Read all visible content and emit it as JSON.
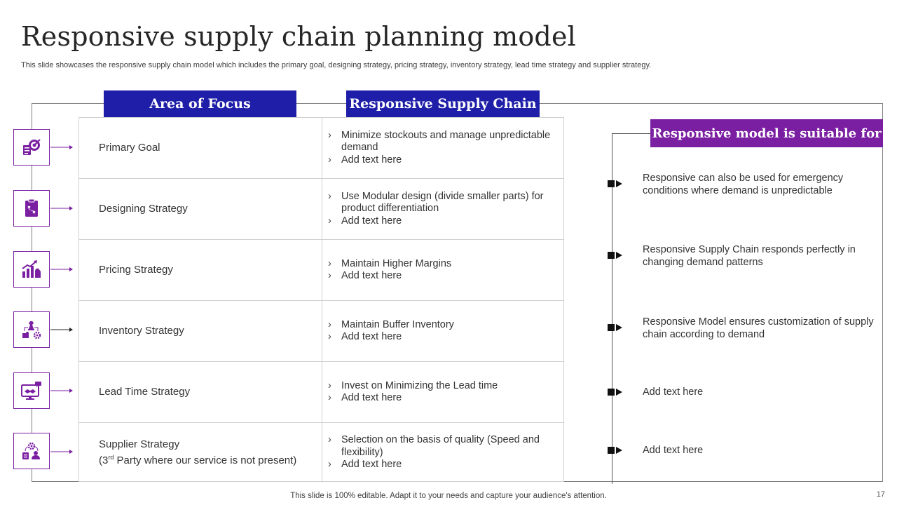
{
  "slide": {
    "title": "Responsive supply chain planning model",
    "subtitle": "This slide showcases the responsive supply chain model which includes the primary goal, designing strategy, pricing strategy, inventory strategy, lead time strategy and supplier strategy.",
    "footer": "This slide is 100% editable. Adapt it to your needs and capture your audience's attention.",
    "page_number": "17"
  },
  "headers": {
    "focus": "Area of Focus",
    "chain": "Responsive Supply Chain",
    "suitable": "Responsive model is suitable for"
  },
  "colors": {
    "navy": "#1e1ea8",
    "purple": "#7b1fa2"
  },
  "rows": [
    {
      "icon": "target-icon",
      "label": "Primary Goal",
      "bullets": [
        "Minimize stockouts and manage unpredictable demand",
        "Add text here"
      ]
    },
    {
      "icon": "clipboard-icon",
      "label": "Designing Strategy",
      "bullets": [
        "Use Modular design (divide  smaller parts) for product differentiation",
        "Add text here"
      ]
    },
    {
      "icon": "growth-chart-icon",
      "label": "Pricing Strategy",
      "bullets": [
        "Maintain Higher Margins",
        "Add text here"
      ]
    },
    {
      "icon": "chess-puzzle-icon",
      "label": "Inventory Strategy",
      "bullets": [
        "Maintain  Buffer Inventory",
        "Add text here"
      ]
    },
    {
      "icon": "handshake-monitor-icon",
      "label": "Lead Time Strategy",
      "bullets": [
        "Invest on Minimizing the Lead time",
        "Add text here"
      ]
    },
    {
      "icon": "team-gear-icon",
      "label": "Supplier Strategy",
      "label_line2_pre": "(3",
      "label_line2_sup": "rd",
      "label_line2_post": " Party where our service is not present)",
      "bullets": [
        "Selection on the basis of quality (Speed and flexibility)",
        "Add text here"
      ]
    }
  ],
  "bullet_glyph": "›",
  "suitable_items": [
    "Responsive can also be used for emergency conditions where demand is unpredictable",
    "Responsive Supply Chain responds perfectly in changing demand patterns",
    "Responsive Model ensures customization of supply chain according to demand",
    "Add text here",
    "Add text here"
  ]
}
